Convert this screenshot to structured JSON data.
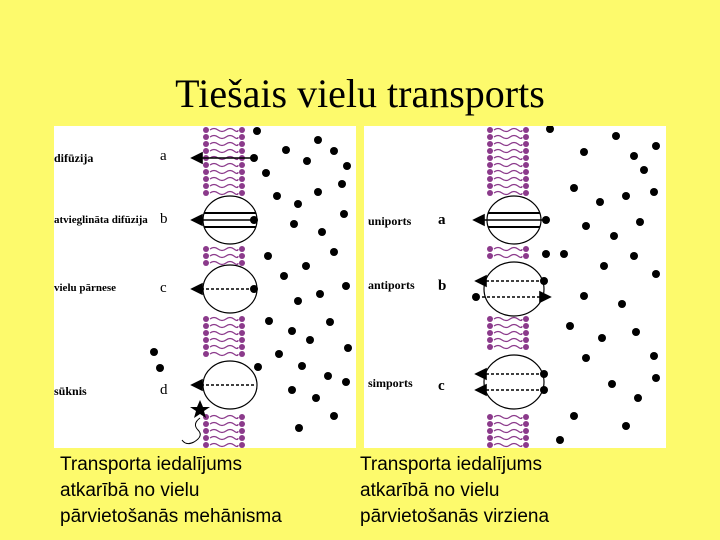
{
  "title": "Tiešais vielu transports",
  "left_panel": {
    "rows": [
      {
        "label": "difūzija",
        "letter": "a"
      },
      {
        "label": "atvieglināta difūzija",
        "letter": "b"
      },
      {
        "label": "vielu pārnese",
        "letter": "c"
      },
      {
        "label": "sūknis",
        "letter": "d"
      }
    ]
  },
  "right_panel": {
    "rows": [
      {
        "label": "uniports",
        "letter": "a"
      },
      {
        "label": "antiports",
        "letter": "b"
      },
      {
        "label": "simports",
        "letter": "c"
      }
    ]
  },
  "captions": {
    "left": [
      "Transporta iedalījums",
      "atkarībā no vielu",
      "pārvietošanās mehānisma"
    ],
    "right": [
      "Transporta iedalījums",
      "atkarībā no vielu",
      "pārvietošanās virziena"
    ]
  },
  "colors": {
    "background": "#fdfa6c",
    "lipid": "#8b3a8b",
    "panel": "#ffffff"
  }
}
